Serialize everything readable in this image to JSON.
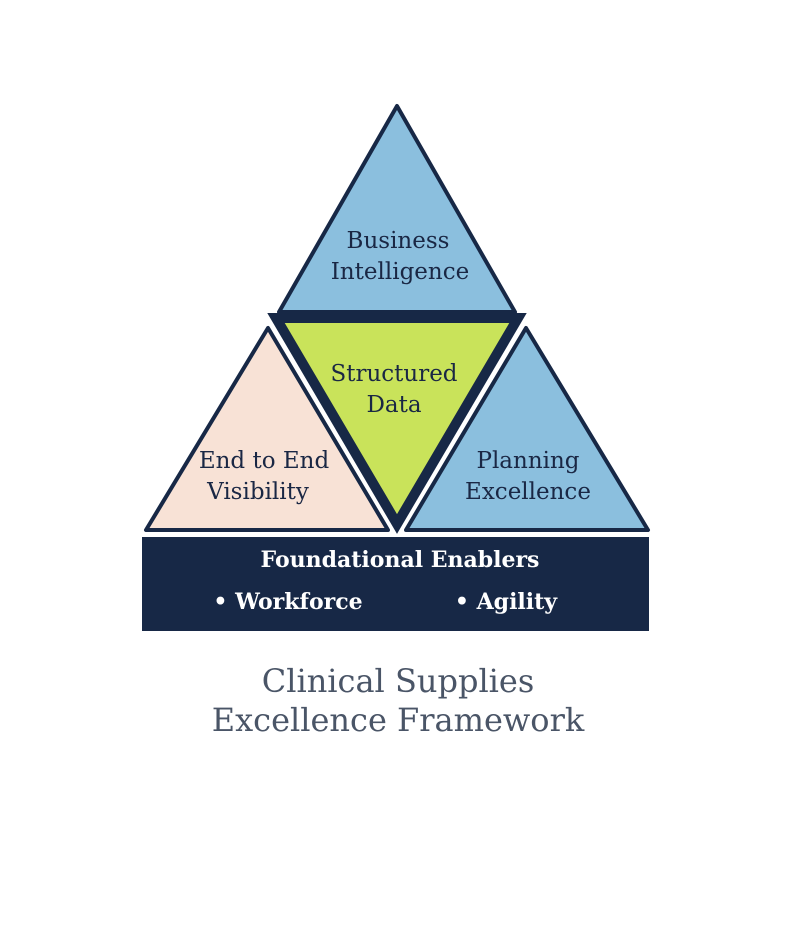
{
  "triangles": {
    "top": {
      "lines": [
        "Business",
        "Intelligence"
      ],
      "color": "#8bbfde"
    },
    "center": {
      "lines": [
        "Structured",
        "Data"
      ],
      "color": "#c9e35a"
    },
    "left": {
      "lines": [
        "End to End",
        "Visibility"
      ],
      "color": "#f8e2d6"
    },
    "right": {
      "lines": [
        "Planning",
        "Excellence"
      ],
      "color": "#8bbfde"
    }
  },
  "outline_color": "#172846",
  "base": {
    "title": "Foundational Enablers",
    "items": [
      "• Workforce",
      "• Agility"
    ],
    "color": "#172846"
  },
  "caption": {
    "lines": [
      "Clinical Supplies",
      "Excellence Framework"
    ]
  }
}
